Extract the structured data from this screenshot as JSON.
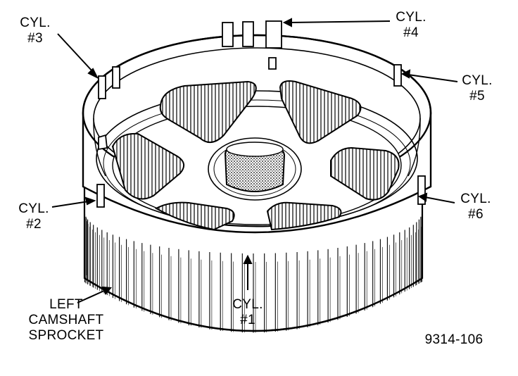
{
  "labels": {
    "cyl3": {
      "line1": "CYL.",
      "line2": "#3"
    },
    "cyl4": {
      "line1": "CYL.",
      "line2": "#4"
    },
    "cyl5": {
      "line1": "CYL.",
      "line2": "#5"
    },
    "cyl2": {
      "line1": "CYL.",
      "line2": "#2"
    },
    "cyl6": {
      "line1": "CYL.",
      "line2": "#6"
    },
    "cyl1": {
      "line1": "CYL.",
      "line2": "#1"
    },
    "sprocket": {
      "line1": "LEFT",
      "line2": "CAMSHAFT",
      "line3": "SPROCKET"
    }
  },
  "figure_id": "9314-106"
}
